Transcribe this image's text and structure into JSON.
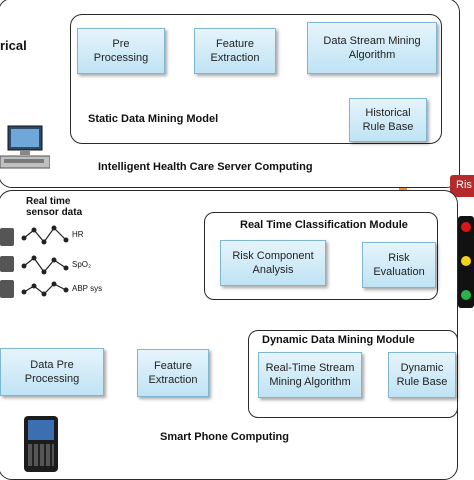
{
  "top_left_label": "rical",
  "static_model": {
    "pre_processing": "Pre\nProcessing",
    "feature_extraction": "Feature\nExtraction",
    "data_stream_mining": "Data Stream Mining\nAlgorithm",
    "historical_rule_base": "Historical\nRule Base",
    "title": "Static Data Mining Model"
  },
  "server_label": "Intelligent Health Care Server Computing",
  "risk_stub": "Ris",
  "sensor": {
    "title": "Real time\nsensor data",
    "signals": [
      "HR",
      "SpO₂",
      "ABP sys"
    ]
  },
  "classification": {
    "title": "Real Time Classification Module",
    "risk_component": "Risk Component\nAnalysis",
    "risk_evaluation": "Risk\nEvaluation"
  },
  "phone_flow": {
    "data_pre_processing": "Data Pre\nProcessing",
    "feature_extraction": "Feature\nExtraction"
  },
  "dynamic": {
    "title": "Dynamic Data Mining Module",
    "stream_algorithm": "Real-Time Stream\nMining Algorithm",
    "rule_base": "Dynamic\nRule Base"
  },
  "phone_label": "Smart Phone Computing",
  "colors": {
    "arrow": "#f28a3c",
    "box_top": "#e6f4fb",
    "box_bottom": "#bfe3f4",
    "risk_stub": "#b52a2a"
  }
}
